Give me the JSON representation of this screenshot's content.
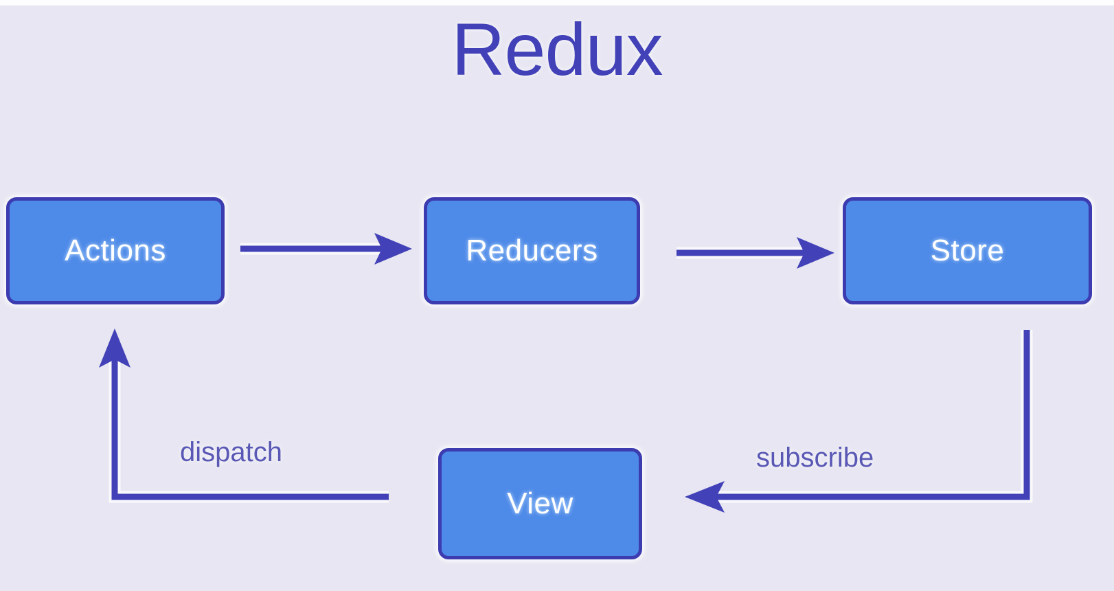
{
  "diagram": {
    "title": "Redux",
    "type": "flow-diagram",
    "background_color": "#e7e6f2",
    "accent_color": "#4241b8",
    "node_fill_color": "#4e8ae8",
    "node_border_color": "#3c3bb0",
    "node_label_color": "#ffffff",
    "nodes": [
      {
        "id": "actions",
        "label": "Actions"
      },
      {
        "id": "reducers",
        "label": "Reducers"
      },
      {
        "id": "store",
        "label": "Store"
      },
      {
        "id": "view",
        "label": "View"
      }
    ],
    "edges": [
      {
        "id": "actions-to-reducers",
        "from": "actions",
        "to": "reducers",
        "label": ""
      },
      {
        "id": "reducers-to-store",
        "from": "reducers",
        "to": "store",
        "label": ""
      },
      {
        "id": "store-to-view",
        "from": "store",
        "to": "view",
        "label": "subscribe"
      },
      {
        "id": "view-to-actions",
        "from": "view",
        "to": "actions",
        "label": "dispatch"
      }
    ],
    "edge_labels": {
      "dispatch": "dispatch",
      "subscribe": "subscribe"
    }
  }
}
